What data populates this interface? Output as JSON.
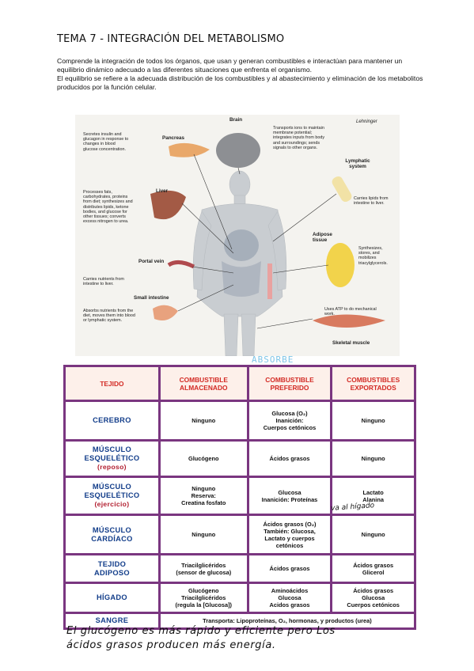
{
  "title": "TEMA 7 - INTEGRACIÓN DEL METABOLISMO",
  "intro": [
    "Comprende la integración de todos los órganos, que usan y generan combustibles e interactúan para mantener un equilibrio dinámico adecuado a las diferentes situaciones que enfrenta el organismo.",
    "El equilibrio se refiere a la adecuada distribución de los combustibles y al abastecimiento y eliminación de los metabolitos producidos por la función celular."
  ],
  "figure": {
    "source": "Lehninger",
    "organs": {
      "brain": "Brain",
      "pancreas": "Pancreas",
      "liver": "Liver",
      "portal_vein": "Portal vein",
      "small_intestine": "Small intestine",
      "lymphatic": "Lymphatic system",
      "adipose": "Adipose tissue",
      "muscle": "Skeletal muscle"
    },
    "notes": {
      "pancreas": "Secretes insulin and glucagon in response to changes in blood glucose concentration.",
      "liver": "Processes fats, carbohydrates, proteins from diet; synthesizes and distributes lipids, ketone bodies, and glucose for other tissues; converts excess nitrogen to urea.",
      "portal_vein": "Carries nutrients from intestine to liver.",
      "small_intestine": "Absorbs nutrients from the diet, moves them into blood or lymphatic system.",
      "brain": "Transports ions to maintain membrane potential; integrates inputs from body and surroundings; sends signals to other organs.",
      "lymphatic": "Carries lipids from intestine to liver.",
      "adipose": "Synthesizes, stores, and mobilizes triacylglycerols.",
      "muscle": "Uses ATP to do mechanical work."
    }
  },
  "annotation_absorbe": "ABSORBE",
  "table": {
    "headers": [
      "TEJIDO",
      "COMBUSTIBLE ALMACENADO",
      "COMBUSTIBLE PREFERIDO",
      "COMBUSTIBLES EXPORTADOS"
    ],
    "rows": [
      {
        "tissue": "CEREBRO",
        "sub": "",
        "stored": "Ninguno",
        "preferred": "Glucosa (O₂)\nInanición:\nCuerpos cetónicos",
        "exported": "Ninguno"
      },
      {
        "tissue": "MÚSCULO\nESQUELÉTICO",
        "sub": "(reposo)",
        "stored": "Glucógeno",
        "preferred": "Ácidos grasos",
        "exported": "Ninguno"
      },
      {
        "tissue": "MÚSCULO\nESQUELÉTICO",
        "sub": "(ejercicio)",
        "stored": "Ninguno\nReserva:\nCreatina fosfato",
        "preferred": "Glucosa\nInanición: Proteínas",
        "exported": "Lactato\nAlanina"
      },
      {
        "tissue": "MÚSCULO\nCARDÍACO",
        "sub": "",
        "stored": "Ninguno",
        "preferred": "Ácidos grasos (O₂)\nTambién: Glucosa,\nLactato y cuerpos\ncetónicos",
        "exported": "Ninguno"
      },
      {
        "tissue": "TEJIDO\nADIPOSO",
        "sub": "",
        "stored": "Triacilglicéridos\n(sensor de glucosa)",
        "preferred": "Ácidos grasos",
        "exported": "Ácidos grasos\nGlicerol"
      },
      {
        "tissue": "HÍGADO",
        "sub": "",
        "stored": "Glucógeno\nTriacilglicéridos\n(regula la [Glucosa])",
        "preferred": "Aminoácidos\nGlucosa\nAcidos grasos",
        "exported": "Ácidos grasos\nGlucosa\nCuerpos cetónicos"
      }
    ],
    "blood_label": "SANGRE",
    "blood_text": "Transporta: Lipoproteínas, O₂, hormonas, y productos (urea)"
  },
  "handwritten": {
    "liver_note": "va al hígado",
    "line1": "El glucógeno es más rápido y eficiente pero Los",
    "line2": "ácidos grasos producen más energía."
  },
  "colors": {
    "table_border": "#7a3680",
    "header_text": "#d32a24",
    "tissue_text": "#123d8a",
    "absorbe": "#7fc6e8"
  }
}
